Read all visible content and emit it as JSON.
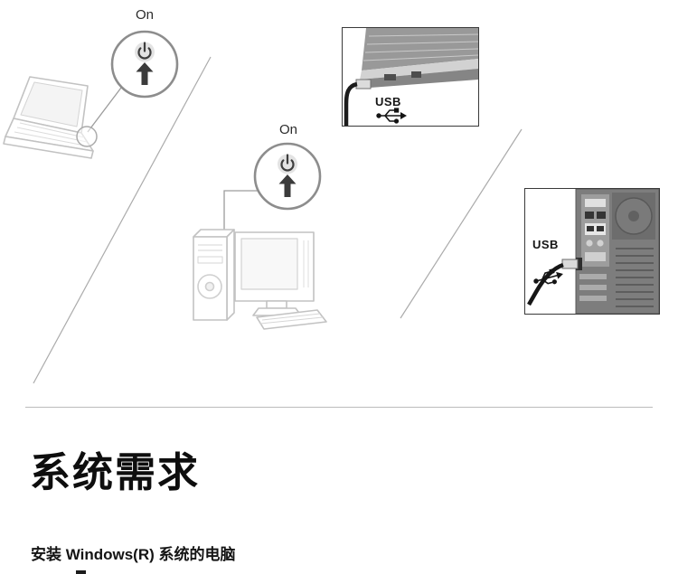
{
  "figure": {
    "laptop_scene": {
      "power_label": "On"
    },
    "desktop_scene": {
      "power_label": "On"
    },
    "laptop_usb_photo": {
      "port_label": "USB"
    },
    "tower_usb_photo": {
      "port_label": "USB"
    }
  },
  "section": {
    "title": "系统需求",
    "subtitle": "安装 Windows(R) 系统的电脑"
  },
  "colors": {
    "line_art": "#c2c2c2",
    "callout_ring": "#8d8d8d",
    "text": "#0e0e0e"
  }
}
